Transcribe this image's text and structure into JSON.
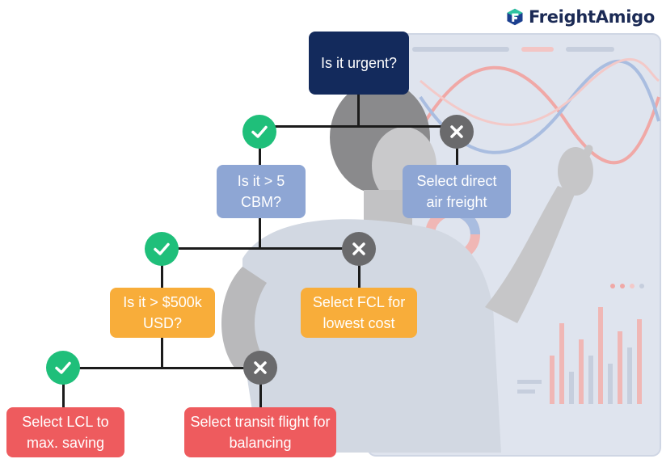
{
  "brand": {
    "name": "FreightAmigo"
  },
  "nodes": {
    "urgent": "Is it urgent?",
    "cbm": "Is it > 5 CBM?",
    "air": "Select direct air freight",
    "usd": "Is it > $500k USD?",
    "fcl": "Select FCL for lowest cost",
    "lcl": "Select LCL to max. saving",
    "transit": "Select transit flight for balancing"
  },
  "icons": {
    "yes": "check-icon",
    "no": "x-icon"
  },
  "colors": {
    "navy": "#132a5c",
    "blue": "#8ea6d4",
    "orange": "#f8ad3a",
    "red": "#ee5b5e",
    "yes": "#1fbf7a",
    "no": "#6a6a6c"
  }
}
